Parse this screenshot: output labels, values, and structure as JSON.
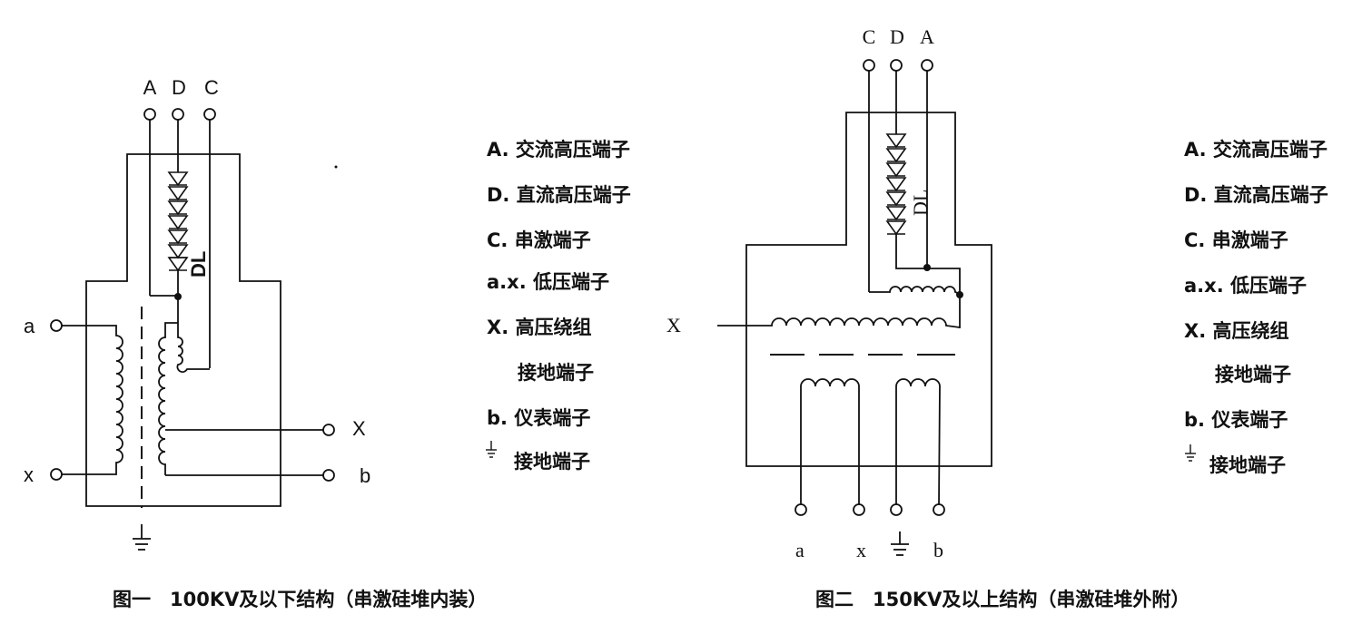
{
  "figure1": {
    "top_terminals": [
      "A",
      "D",
      "C"
    ],
    "diode_label": "DL",
    "left_terminals": [
      "a",
      "x"
    ],
    "right_terminals": [
      "X",
      "b"
    ],
    "legend": [
      "A. 交流高压端子",
      "D. 直流高压端子",
      "C. 串激端子",
      "a.x. 低压端子",
      "X. 高压绕组",
      "接地端子",
      "b. 仪表端子",
      "接地端子"
    ],
    "caption": "图一　100KV及以下结构（串激硅堆内装）"
  },
  "figure2": {
    "top_terminals": [
      "C",
      "D",
      "A"
    ],
    "diode_label": "DL",
    "left_terminal": "X",
    "bottom_terminals": [
      "a",
      "x",
      "b"
    ],
    "legend": [
      "A. 交流高压端子",
      "D. 直流高压端子",
      "C. 串激端子",
      "a.x. 低压端子",
      "X. 高压绕组",
      "接地端子",
      "b. 仪表端子",
      "接地端子"
    ],
    "caption": "图二　150KV及以上结构（串激硅堆外附）"
  }
}
